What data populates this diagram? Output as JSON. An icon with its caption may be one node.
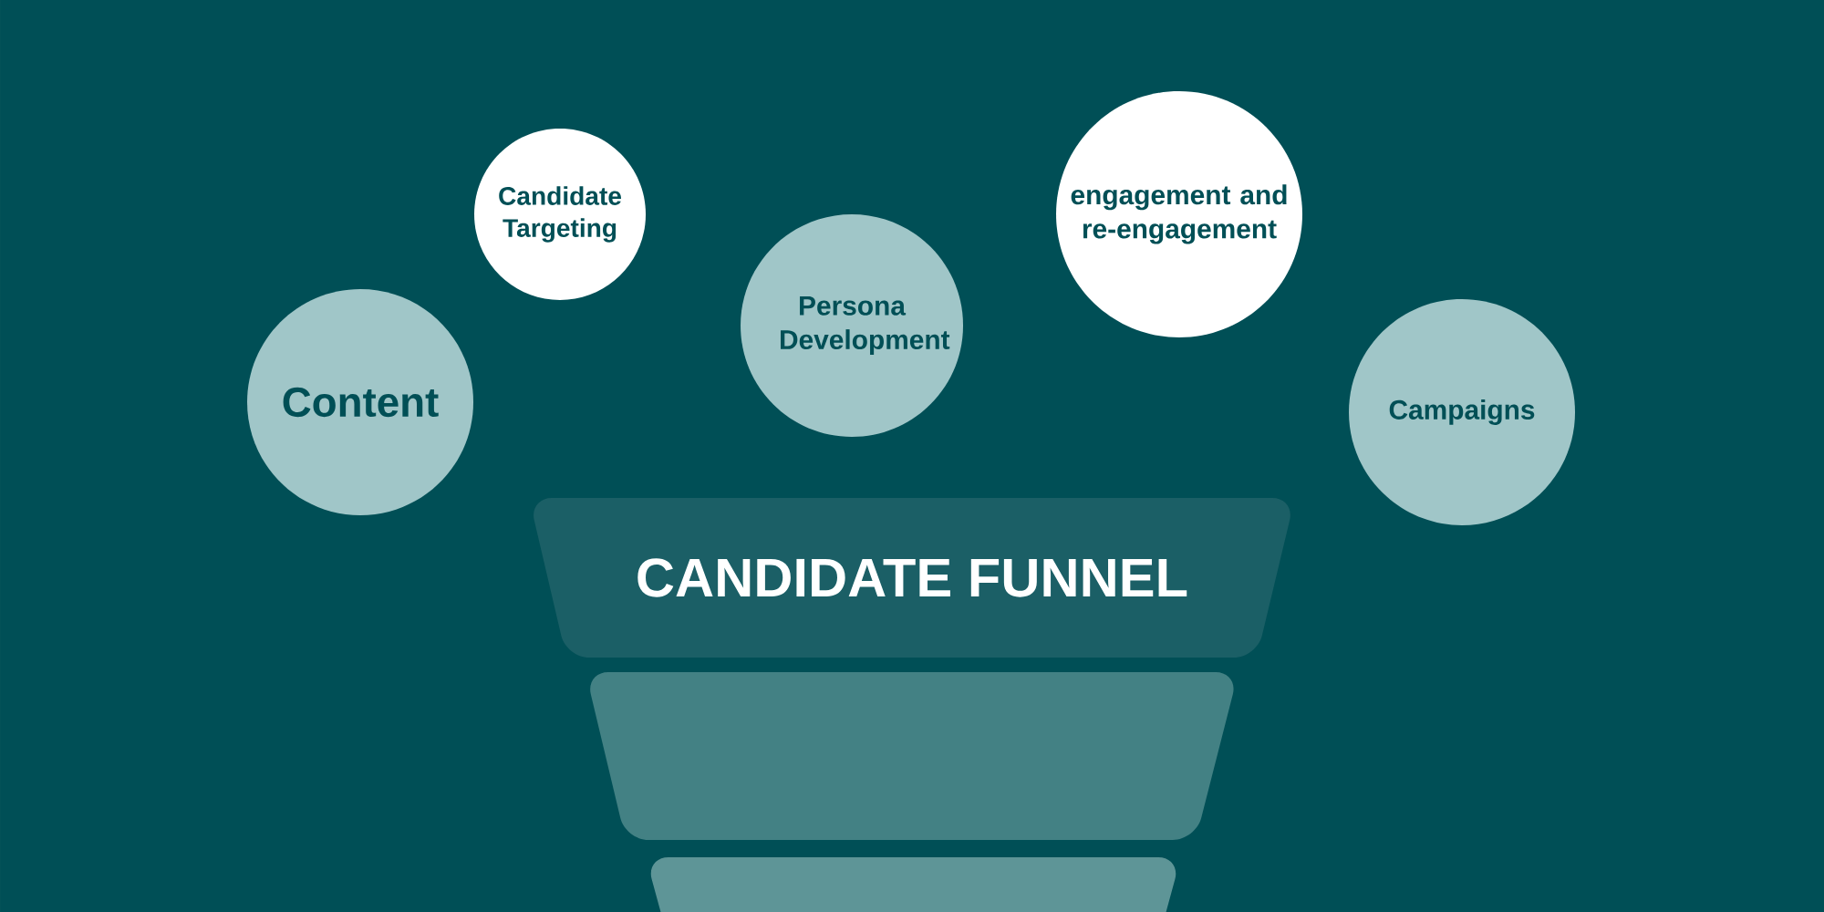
{
  "diagram": {
    "nodes": [
      {
        "text": [
          "Content"
        ]
      },
      {
        "text": [
          "Candidate Targeting"
        ]
      },
      {
        "text": [
          "Persona Development"
        ]
      },
      {
        "text": [
          "engagement and re-engagement"
        ]
      },
      {
        "text": [
          "Campaigns"
        ]
      },
      {
        "text": [
          "CANDIDATE FUNNEL"
        ]
      },
      {
        "text": [],
        "shape": "band"
      },
      {
        "text": [],
        "shape": "band"
      }
    ],
    "edges": []
  }
}
